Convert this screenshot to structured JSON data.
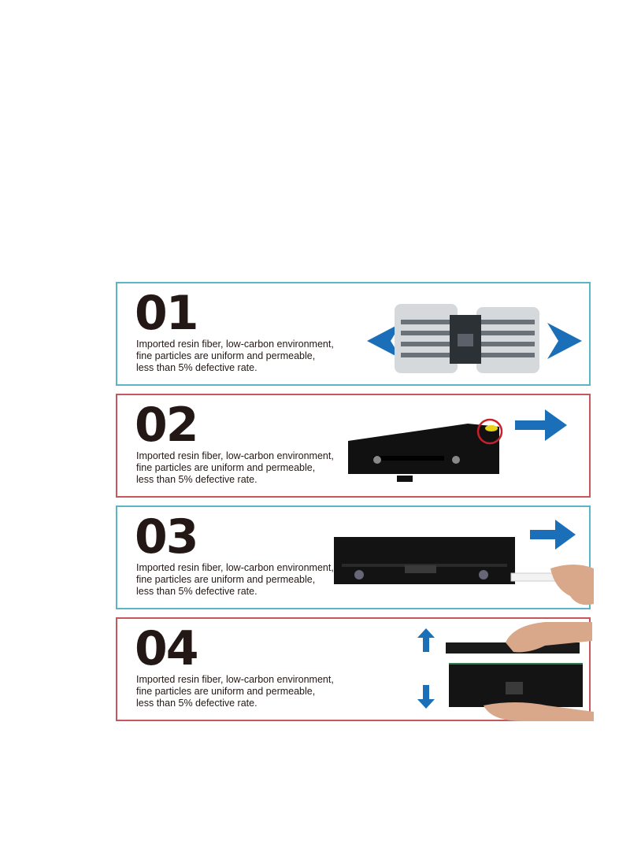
{
  "steps": [
    {
      "number": "01",
      "description": "Imported resin fiber, low-carbon environment,\nfine particles are uniform and permeable,\nless than 5% defective rate.",
      "border_color": "#5bb6c4",
      "illustration": "bubble-wrapped-toner-cartridge",
      "arrows": [
        "arrow-left",
        "arrow-right"
      ]
    },
    {
      "number": "02",
      "description": "Imported resin fiber, low-carbon environment,\nfine particles are uniform and permeable,\nless than 5% defective rate.",
      "border_color": "#c8575c",
      "illustration": "toner-cartridge-yellow-tab",
      "arrows": [
        "arrow-right"
      ]
    },
    {
      "number": "03",
      "description": "Imported resin fiber, low-carbon environment,\nfine particles are uniform and permeable,\nless than 5% defective rate.",
      "border_color": "#5bb6c4",
      "illustration": "toner-cartridge-seal-strip-pull",
      "arrows": [
        "arrow-right"
      ]
    },
    {
      "number": "04",
      "description": "Imported resin fiber, low-carbon environment,\nfine particles are uniform and permeable,\nless than 5% defective rate.",
      "border_color": "#c8575c",
      "illustration": "toner-cartridge-cover-removal",
      "arrows": [
        "arrow-up",
        "arrow-down"
      ]
    }
  ],
  "colors": {
    "arrow": "#1a6fb8",
    "highlight_circle": "#c8202a",
    "teal_border": "#5bb6c4",
    "red_border": "#c8575c"
  }
}
